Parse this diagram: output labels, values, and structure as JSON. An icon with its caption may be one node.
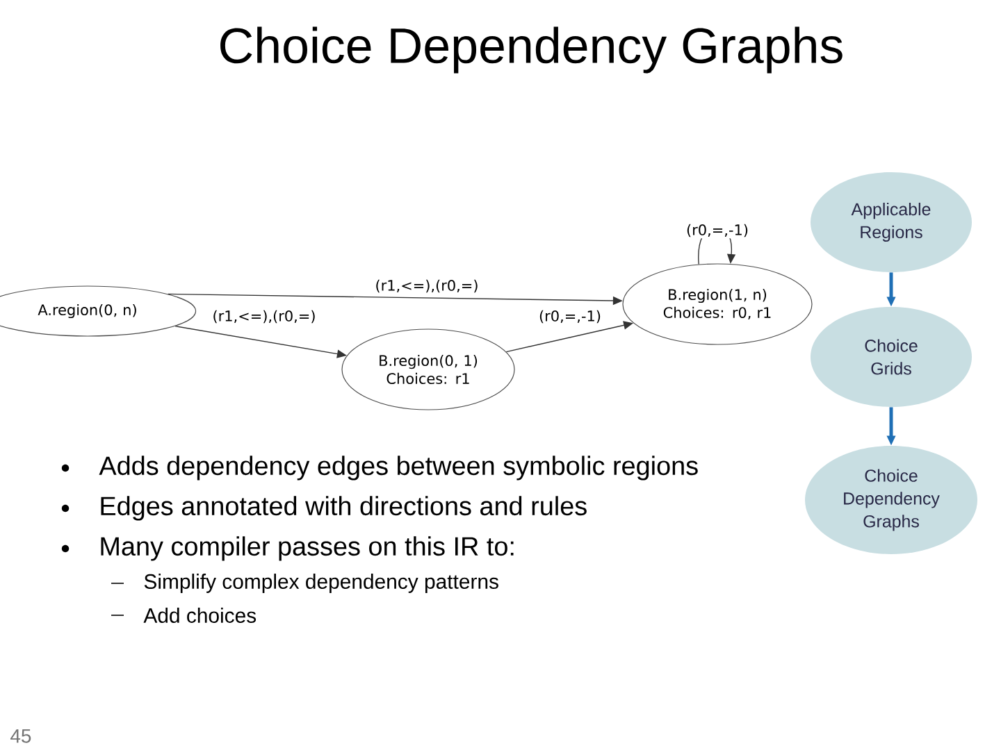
{
  "diagram": {
    "title": "Choice Dependency Graphs",
    "nodes": [
      {
        "text": [
          "A.region(0, n)"
        ]
      },
      {
        "text": [
          "B.region(1, n) Choices: r0, r1"
        ]
      },
      {
        "text": [
          "B.region(0, 1) Choices: r1"
        ]
      },
      {
        "text": [
          "Applicable Regions"
        ]
      },
      {
        "text": [
          "Choice Grids"
        ]
      },
      {
        "text": [
          "Choice Dependency Graphs"
        ]
      }
    ],
    "edges": [
      {
        "from": 0,
        "to": 1,
        "arrow": "to",
        "label": "(r1,<=),(r0,=)"
      },
      {
        "from": 0,
        "to": 2,
        "arrow": "to",
        "label": "(r1,<=),(r0,=)"
      },
      {
        "from": 2,
        "to": 1,
        "arrow": "to",
        "label": "(r0,=,-1)"
      },
      {
        "from": 1,
        "to": 1,
        "arrow": "to",
        "label": "(r0,=,-1)"
      },
      {
        "from": 3,
        "to": 4,
        "arrow": "to",
        "style": "thick",
        "color": "#1f6fb5"
      },
      {
        "from": 4,
        "to": 5,
        "arrow": "to",
        "style": "thick",
        "color": "#1f6fb5"
      }
    ],
    "labels": [
      "Adds dependency edges between symbolic regions",
      "Edges annotated with directions and rules",
      "Many compiler passes on this IR to:",
      "Simplify complex dependency patterns",
      "Add choices",
      "45"
    ]
  }
}
